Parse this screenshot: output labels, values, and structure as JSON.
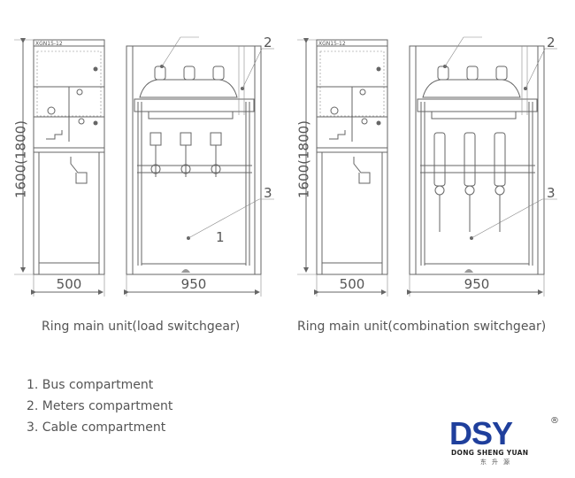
{
  "diagrams": [
    {
      "model_label": "XGN15-12",
      "height_dimension": "1600(1800)",
      "side_width": "500",
      "front_width": "950",
      "callouts": [
        "1",
        "2",
        "3"
      ],
      "caption": "Ring main unit(load switchgear)"
    },
    {
      "model_label": "XGN15-12",
      "height_dimension": "1600(1800)",
      "side_width": "500",
      "front_width": "950",
      "callouts": [
        "2",
        "3"
      ],
      "caption": "Ring main unit(combination switchgear)"
    }
  ],
  "legend": [
    "1. Bus compartment",
    "2. Meters compartment",
    "3. Cable compartment"
  ],
  "logo": {
    "brand": "DSY",
    "company": "DONG SHENG YUAN",
    "chinese": "东升源",
    "registered": "®",
    "colors": {
      "primary": "#1f3f9c",
      "accent": "#e02020"
    }
  }
}
